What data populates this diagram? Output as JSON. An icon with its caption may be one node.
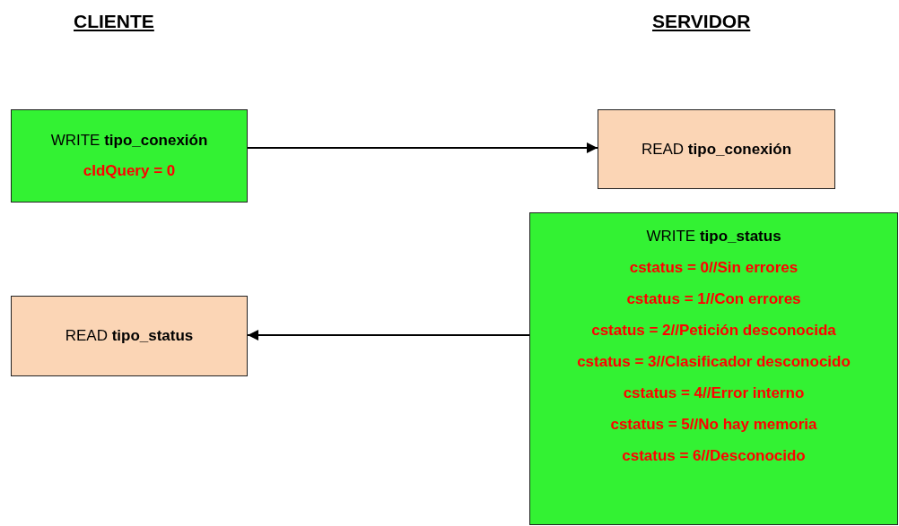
{
  "diagram": {
    "nodes": [
      {
        "text": [
          "WRITE **tipo_conexión**",
          "cIdQuery = 0"
        ]
      },
      {
        "text": [
          "READ **tipo_conexión**"
        ]
      },
      {
        "text": [
          "WRITE **tipo_status**",
          "cstatus = 0//Sin errores",
          "cstatus = 1//Con errores",
          "cstatus = 2//Petición desconocida",
          "cstatus = 3//Clasificador desconocido",
          "cstatus = 4//Error interno",
          "cstatus = 5//No hay memoria",
          "cstatus = 6//Desconocido"
        ]
      },
      {
        "text": [
          "READ **tipo_status**"
        ]
      }
    ],
    "edges": [
      {
        "from": 0,
        "to": 1,
        "arrow": "to"
      },
      {
        "from": 2,
        "to": 3,
        "arrow": "to"
      }
    ],
    "labels": [
      "CLIENTE",
      "SERVIDOR"
    ]
  }
}
